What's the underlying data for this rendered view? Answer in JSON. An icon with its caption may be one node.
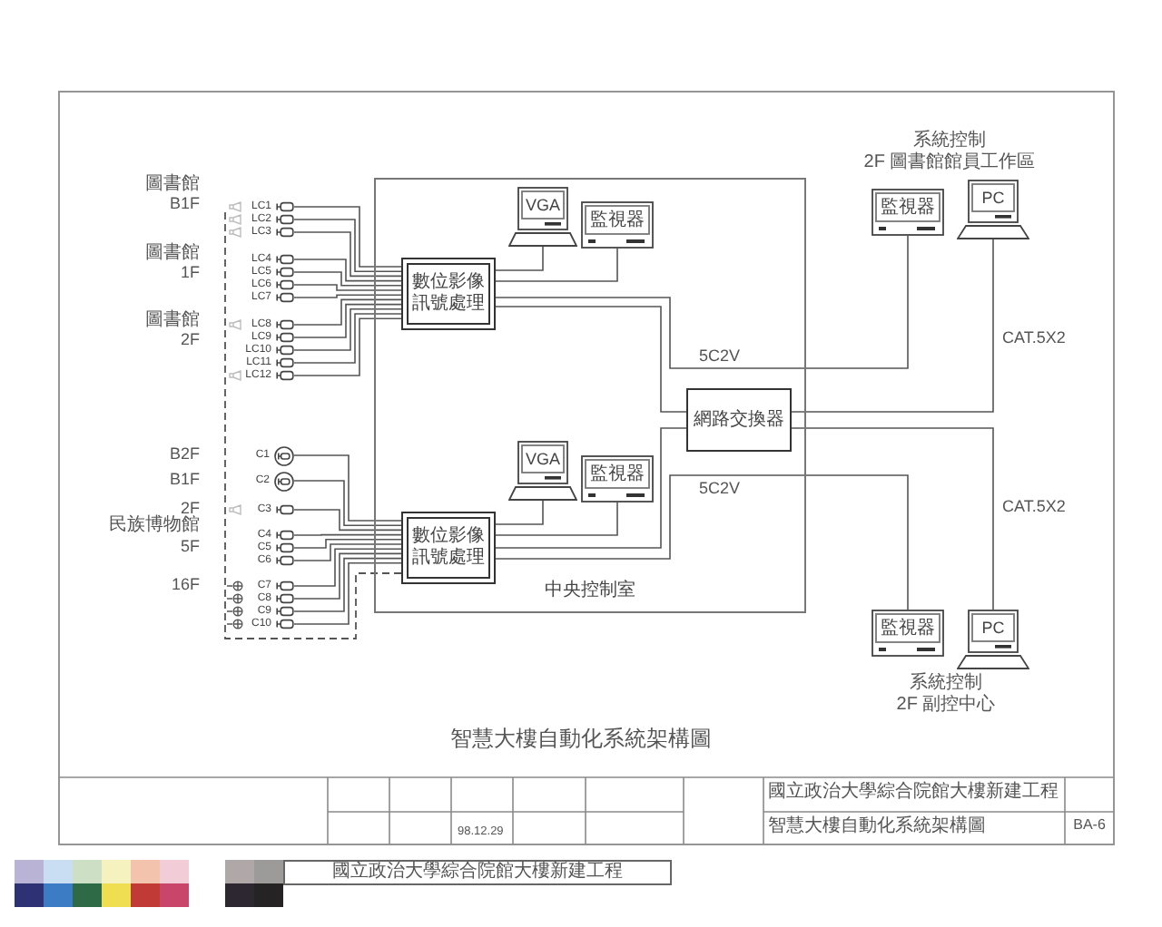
{
  "diagram": {
    "title": "智慧大樓自動化系統架構圖",
    "nodes": [
      {
        "text": [],
        "shape": "camera",
        "beside": [
          "LC1"
        ]
      },
      {
        "text": [],
        "shape": "camera",
        "beside": [
          "LC2"
        ]
      },
      {
        "text": [],
        "shape": "camera",
        "beside": [
          "LC3"
        ]
      },
      {
        "text": [],
        "shape": "camera",
        "beside": [
          "LC4"
        ]
      },
      {
        "text": [],
        "shape": "camera",
        "beside": [
          "LC5"
        ]
      },
      {
        "text": [],
        "shape": "camera",
        "beside": [
          "LC6"
        ]
      },
      {
        "text": [],
        "shape": "camera",
        "beside": [
          "LC7"
        ]
      },
      {
        "text": [],
        "shape": "camera",
        "beside": [
          "LC8"
        ]
      },
      {
        "text": [],
        "shape": "camera",
        "beside": [
          "LC9"
        ]
      },
      {
        "text": [],
        "shape": "camera",
        "beside": [
          "LC10"
        ]
      },
      {
        "text": [],
        "shape": "camera",
        "beside": [
          "LC11"
        ]
      },
      {
        "text": [],
        "shape": "camera",
        "beside": [
          "LC12"
        ]
      },
      {
        "text": [],
        "shape": "camera",
        "beside": [
          "C1"
        ]
      },
      {
        "text": [],
        "shape": "camera",
        "beside": [
          "C2"
        ]
      },
      {
        "text": [],
        "shape": "camera",
        "beside": [
          "C3"
        ]
      },
      {
        "text": [],
        "shape": "camera",
        "beside": [
          "C4"
        ]
      },
      {
        "text": [],
        "shape": "camera",
        "beside": [
          "C5"
        ]
      },
      {
        "text": [],
        "shape": "camera",
        "beside": [
          "C6"
        ]
      },
      {
        "text": [],
        "shape": "camera",
        "beside": [
          "C7"
        ]
      },
      {
        "text": [],
        "shape": "camera",
        "beside": [
          "C8"
        ]
      },
      {
        "text": [],
        "shape": "camera",
        "beside": [
          "C9"
        ]
      },
      {
        "text": [],
        "shape": "camera",
        "beside": [
          "C10"
        ]
      },
      {
        "text": [
          "中央控制室"
        ]
      },
      {
        "text": [
          "VGA"
        ],
        "in": 22
      },
      {
        "text": [
          "監視器"
        ],
        "in": 22
      },
      {
        "text": [
          "數位影像訊號處理"
        ],
        "in": 22
      },
      {
        "text": [
          "網路交換器"
        ],
        "in": 22
      },
      {
        "text": [
          "VGA"
        ],
        "in": 22
      },
      {
        "text": [
          "監視器"
        ],
        "in": 22
      },
      {
        "text": [
          "數位影像訊號處理"
        ],
        "in": 22
      },
      {
        "text": [
          "監視器"
        ]
      },
      {
        "text": [
          "PC"
        ]
      },
      {
        "text": [
          "監視器"
        ]
      },
      {
        "text": [
          "PC"
        ]
      }
    ],
    "edges": [
      {
        "from": 0,
        "to": 25,
        "arrow": "none"
      },
      {
        "from": 1,
        "to": 25,
        "arrow": "none"
      },
      {
        "from": 2,
        "to": 25,
        "arrow": "none"
      },
      {
        "from": 3,
        "to": 25,
        "arrow": "none"
      },
      {
        "from": 4,
        "to": 25,
        "arrow": "none"
      },
      {
        "from": 5,
        "to": 25,
        "arrow": "none"
      },
      {
        "from": 6,
        "to": 25,
        "arrow": "none"
      },
      {
        "from": 7,
        "to": 25,
        "arrow": "none"
      },
      {
        "from": 8,
        "to": 25,
        "arrow": "none"
      },
      {
        "from": 9,
        "to": 25,
        "arrow": "none"
      },
      {
        "from": 10,
        "to": 25,
        "arrow": "none"
      },
      {
        "from": 11,
        "to": 25,
        "arrow": "none"
      },
      {
        "from": 12,
        "to": 29,
        "arrow": "none"
      },
      {
        "from": 13,
        "to": 29,
        "arrow": "none"
      },
      {
        "from": 14,
        "to": 29,
        "arrow": "none"
      },
      {
        "from": 15,
        "to": 29,
        "arrow": "none"
      },
      {
        "from": 16,
        "to": 29,
        "arrow": "none"
      },
      {
        "from": 17,
        "to": 29,
        "arrow": "none"
      },
      {
        "from": 18,
        "to": 29,
        "arrow": "none"
      },
      {
        "from": 19,
        "to": 29,
        "arrow": "none"
      },
      {
        "from": 20,
        "to": 29,
        "arrow": "none"
      },
      {
        "from": 21,
        "to": 29,
        "arrow": "none"
      },
      {
        "from": 25,
        "to": 23,
        "arrow": "none"
      },
      {
        "from": 25,
        "to": 24,
        "arrow": "none"
      },
      {
        "from": 25,
        "to": 30,
        "arrow": "none",
        "label": "5C2V"
      },
      {
        "from": 25,
        "to": 26,
        "arrow": "none"
      },
      {
        "from": 29,
        "to": 27,
        "arrow": "none"
      },
      {
        "from": 29,
        "to": 28,
        "arrow": "none"
      },
      {
        "from": 29,
        "to": 26,
        "arrow": "none"
      },
      {
        "from": 29,
        "to": 32,
        "arrow": "none",
        "label": "5C2V"
      },
      {
        "from": 26,
        "to": 31,
        "arrow": "none",
        "label": "CAT.5X2"
      },
      {
        "from": 26,
        "to": 33,
        "arrow": "none",
        "label": "CAT.5X2"
      },
      {
        "from": null,
        "to": 29,
        "arrow": "none",
        "style": "dashed"
      }
    ],
    "labels": [
      "圖書館",
      "B1F",
      "圖書館",
      "1F",
      "圖書館",
      "2F",
      "B2F",
      "B1F",
      "2F",
      "民族博物館",
      "5F",
      "16F",
      "系統控制",
      "2F 圖書館館員工作區",
      "系統控制",
      "2F 副控中心",
      "98.12.29",
      "國立政治大學綜合院館大樓新建工程",
      "智慧大樓自動化系統架構圖",
      "BA-6",
      "國立政治大學綜合院館大樓新建工程"
    ]
  }
}
